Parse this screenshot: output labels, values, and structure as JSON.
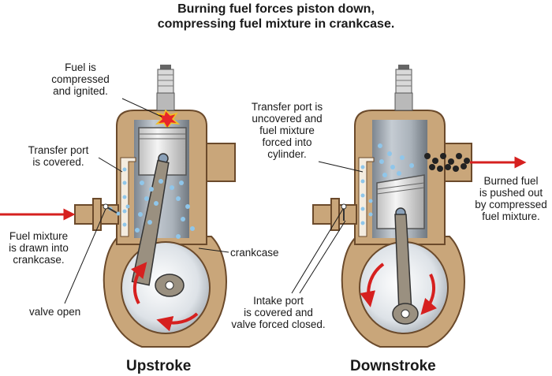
{
  "title": "Burning fuel forces piston down,\ncompressing fuel mixture in crankcase.",
  "labels": {
    "fuel_compressed": "Fuel is\ncompressed\nand ignited.",
    "transfer_covered": "Transfer port\nis covered.",
    "fuel_mixture_drawn": "Fuel mixture\nis drawn into\ncrankcase.",
    "valve_open": "valve open",
    "crankcase": "crankcase",
    "transfer_uncovered": "Transfer port is\nuncovered and\nfuel mixture\nforced into\ncylinder.",
    "burned_fuel": "Burned fuel\nis pushed out\nby compressed\nfuel mixture.",
    "intake_port": "Intake port\nis covered and\nvalve forced closed."
  },
  "captions": {
    "upstroke": "Upstroke",
    "downstroke": "Downstroke"
  },
  "colors": {
    "casing": "#c9a67a",
    "casing_dark": "#6b4a2b",
    "cylinder": "#9aa3ad",
    "piston": "#e6e6e6",
    "arrow": "#d6201f",
    "bubble": "#8fc6ea",
    "exhaust": "#222222"
  }
}
